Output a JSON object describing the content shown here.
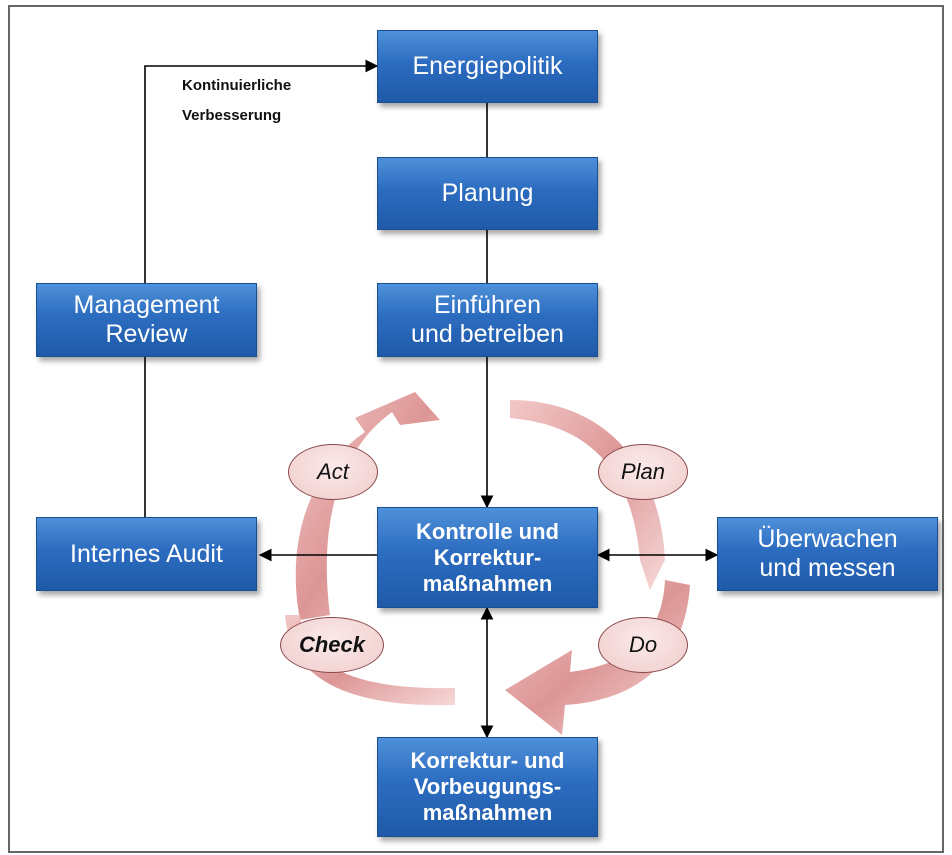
{
  "boxes": {
    "energiepolitik": "Energiepolitik",
    "planung": "Planung",
    "einfuehren": "Einführen\nund betreiben",
    "management_review": "Management\nReview",
    "internes_audit": "Internes Audit",
    "kontrolle": "Kontrolle und\nKorrektur-\nmaßnahmen",
    "ueberwachen": "Überwachen\nund messen",
    "korrektur": "Korrektur- und\nVorbeugungs-\nmaßnahmen"
  },
  "note": "Kontinuierliche\nVerbesserung",
  "cycle": {
    "act": "Act",
    "plan": "Plan",
    "check": "Check",
    "do": "Do"
  },
  "colors": {
    "box_fill": "#2c6cc0",
    "arrow_fill": "#e2a3a3",
    "frame": "#666666"
  }
}
